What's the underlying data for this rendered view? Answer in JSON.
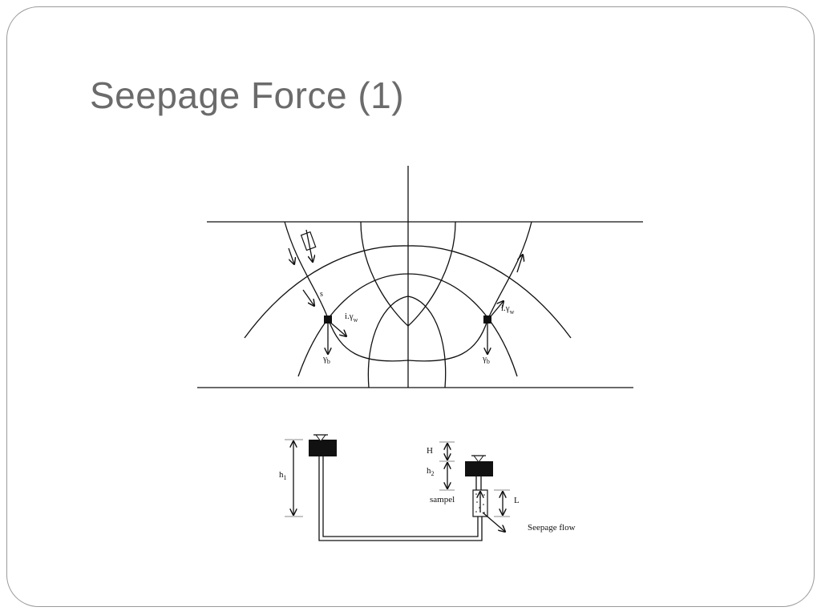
{
  "slide": {
    "title": "Seepage Force (1)"
  },
  "flow_net": {
    "label_s": "s",
    "label_force_left_main": "i.γ",
    "label_force_left_sub": "w",
    "label_force_right_main": "i.γ",
    "label_force_right_sub": "w",
    "label_weight_left_main": "γ",
    "label_weight_left_sub": "b",
    "label_weight_right_main": "γ",
    "label_weight_right_sub": "b"
  },
  "apparatus": {
    "h1_main": "h",
    "h1_sub": "1",
    "H_label": "H",
    "h2_main": "h",
    "h2_sub": "2",
    "L_label": "L",
    "sample_label": "sampel",
    "seepage_flow_label": "Seepage flow"
  }
}
